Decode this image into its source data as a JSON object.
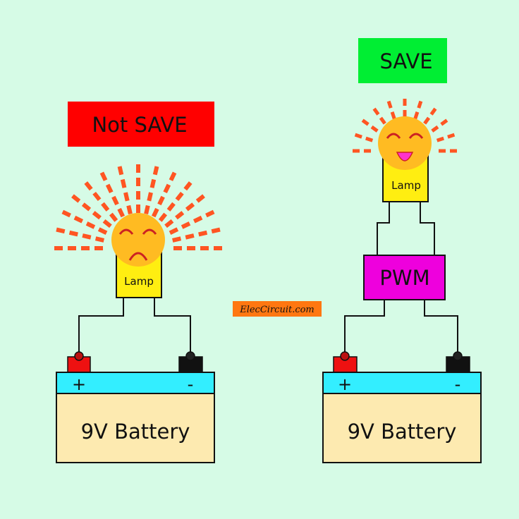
{
  "colors": {
    "background": "#d6fbe6",
    "not_save_badge": "#ff0000",
    "save_badge": "#00ee33",
    "lamp_body": "#ffee11",
    "lamp_face": "#ffbb22",
    "rays": "#ff5522",
    "pwm_box": "#ee00dd",
    "battery_top": "#33eeff",
    "battery_body": "#fdeab0",
    "positive_terminal": "#ee1111",
    "negative_terminal": "#111111",
    "watermark_bg": "#ff7711"
  },
  "left_circuit": {
    "badge": "Not SAVE",
    "lamp_label": "Lamp",
    "face": "sad-face-icon",
    "battery": {
      "label": "9V Battery",
      "plus": "+",
      "minus": "-"
    }
  },
  "right_circuit": {
    "badge": "SAVE",
    "lamp_label": "Lamp",
    "face": "happy-face-icon",
    "controller": "PWM",
    "battery": {
      "label": "9V Battery",
      "plus": "+",
      "minus": "-"
    }
  },
  "watermark": "ElecCircuit.com"
}
